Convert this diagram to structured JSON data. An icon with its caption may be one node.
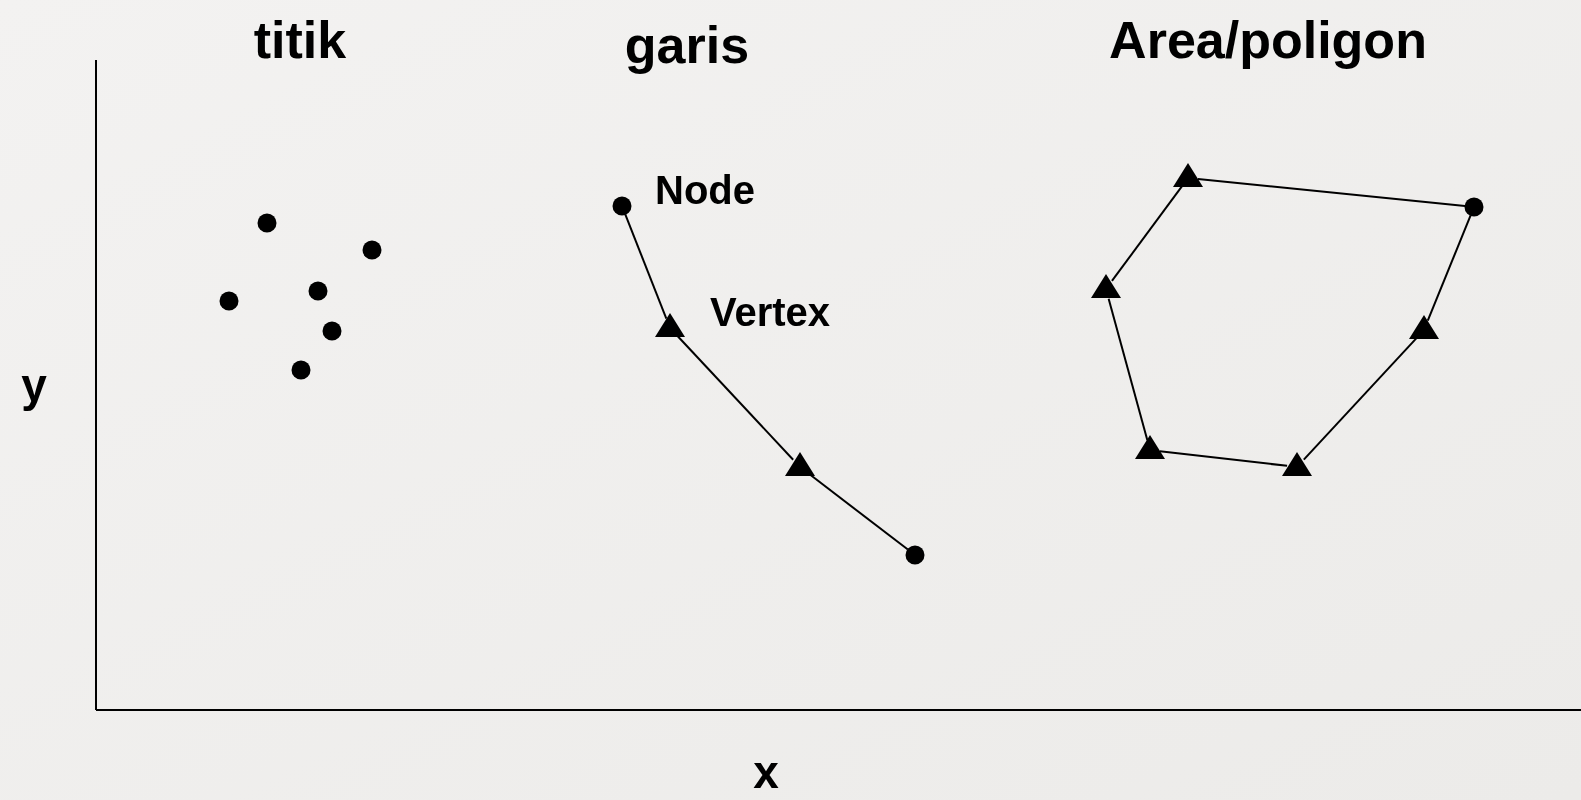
{
  "diagram": {
    "nodes": [
      {
        "text": [],
        "shape": "circle"
      },
      {
        "text": [],
        "shape": "circle"
      },
      {
        "text": [],
        "shape": "circle"
      },
      {
        "text": [],
        "shape": "circle"
      },
      {
        "text": [],
        "shape": "circle"
      },
      {
        "text": [],
        "shape": "circle"
      },
      {
        "text": [],
        "shape": "circle"
      },
      {
        "text": [],
        "shape": "triangle"
      },
      {
        "text": [],
        "shape": "triangle"
      },
      {
        "text": [],
        "shape": "circle"
      },
      {
        "text": [],
        "shape": "triangle"
      },
      {
        "text": [],
        "shape": "circle"
      },
      {
        "text": [],
        "shape": "triangle"
      },
      {
        "text": [],
        "shape": "triangle"
      },
      {
        "text": [],
        "shape": "triangle"
      },
      {
        "text": [],
        "shape": "triangle"
      }
    ],
    "edges": [
      {
        "from": 6,
        "to": 7,
        "arrow": "none"
      },
      {
        "from": 7,
        "to": 8,
        "arrow": "none"
      },
      {
        "from": 8,
        "to": 9,
        "arrow": "none"
      },
      {
        "from": 10,
        "to": 11,
        "arrow": "none"
      },
      {
        "from": 11,
        "to": 12,
        "arrow": "none"
      },
      {
        "from": 12,
        "to": 13,
        "arrow": "none"
      },
      {
        "from": 13,
        "to": 14,
        "arrow": "none"
      },
      {
        "from": 14,
        "to": 15,
        "arrow": "none"
      },
      {
        "from": 15,
        "to": 10,
        "arrow": "none"
      }
    ],
    "labels": [
      "titik",
      "garis",
      "Area/poligon",
      "Node",
      "Vertex",
      "y",
      "x"
    ]
  }
}
